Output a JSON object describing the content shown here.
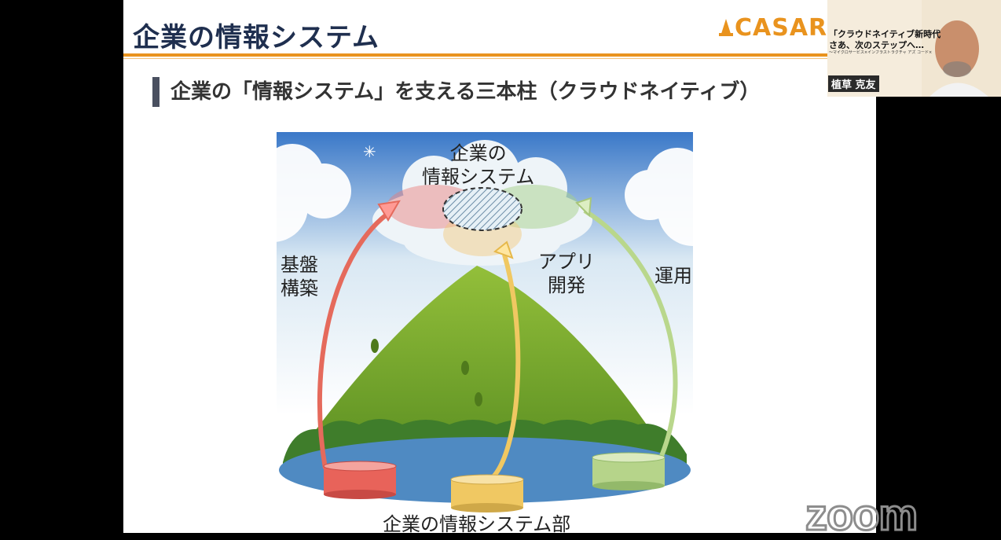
{
  "slide": {
    "title": "企業の情報システム",
    "brand": "CASARE",
    "subheading": "企業の「情報システム」を支える三本柱（クラウドネイティブ）"
  },
  "diagram": {
    "system_label_line1": "企業の",
    "system_label_line2": "情報システム",
    "pillar_infra_line1": "基盤",
    "pillar_infra_line2": "構築",
    "pillar_app_line1": "アプリ",
    "pillar_app_line2": "開発",
    "pillar_ops": "運用",
    "department_label": "企業の情報システム部",
    "colors": {
      "infra": "#e8635a",
      "app": "#f0c862",
      "ops": "#b6d48a",
      "sky": "#3f7fcf",
      "mountain": "#79ab2e"
    }
  },
  "webcam": {
    "banner_line1": "「クラウドネイティブ新時代",
    "banner_line2": "さあ、次のステップへ…",
    "banner_line3": "～マイクロサービス×インフラストラクチャ アズ コード×",
    "speaker_name": "植草 克友"
  },
  "overlay": {
    "watermark": "zoom"
  }
}
